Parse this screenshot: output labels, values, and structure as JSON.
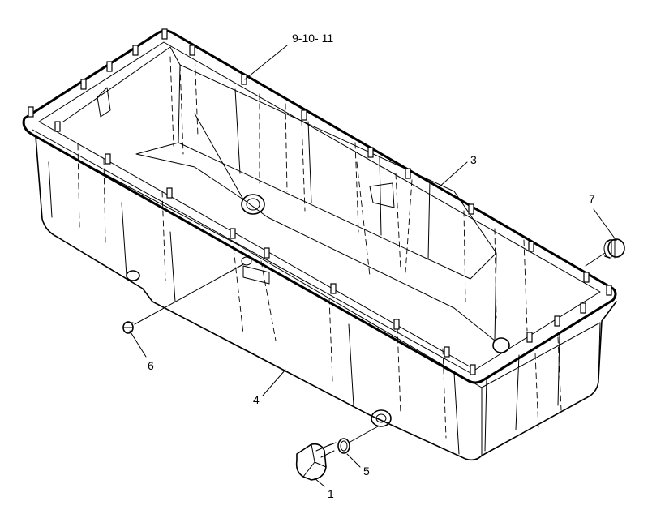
{
  "callouts": {
    "c_9_10_11": "9-10- 11",
    "c_3": "3",
    "c_7": "7",
    "c_6": "6",
    "c_4": "4",
    "c_5": "5",
    "c_1": "1"
  },
  "colors": {
    "line": "#000000",
    "background": "#ffffff"
  }
}
